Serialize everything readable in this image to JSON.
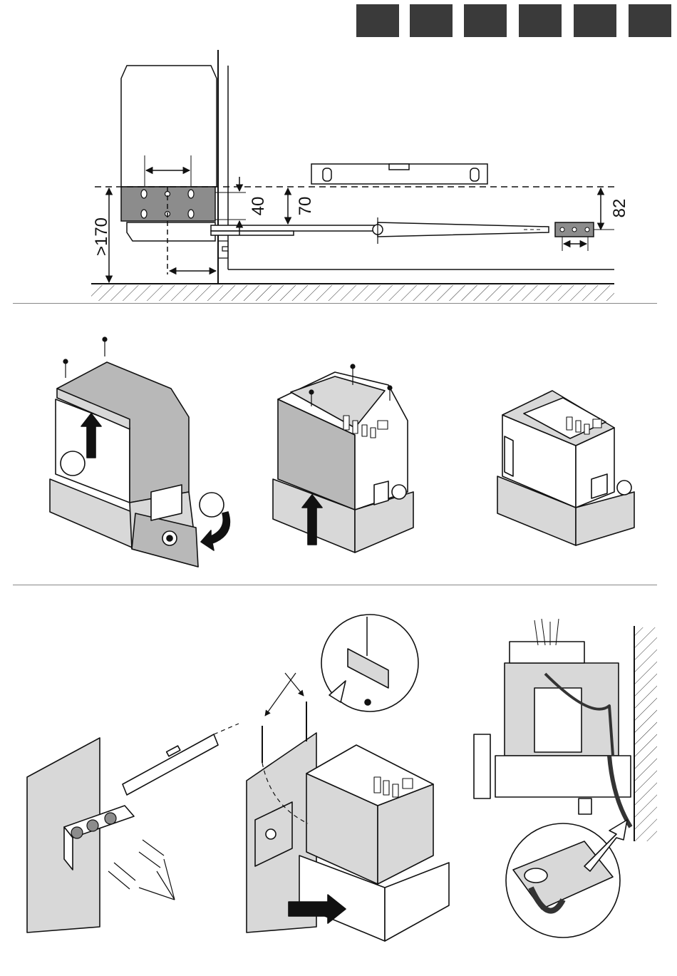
{
  "header": {
    "tabs": [
      "",
      "",
      "",
      "",
      "",
      ""
    ],
    "tab_color": "#3a3a3a"
  },
  "section1": {
    "dimensions": {
      "height_min": ">170",
      "offset_40": "40",
      "offset_70": "70",
      "offset_82": "82"
    }
  },
  "section2": {
    "steps": [
      "cover-removal",
      "screws-removal",
      "base-unit"
    ],
    "circle_labels": [
      "",
      ""
    ]
  },
  "section3": {
    "steps": [
      "wall-bracket-fixing",
      "motor-mounting",
      "cable-routing"
    ]
  },
  "colors": {
    "line": "#111111",
    "fill_light": "#d8d8d8",
    "fill_mid": "#b8b8b8",
    "fill_dark": "#8c8c8c",
    "separator": "#888888"
  }
}
